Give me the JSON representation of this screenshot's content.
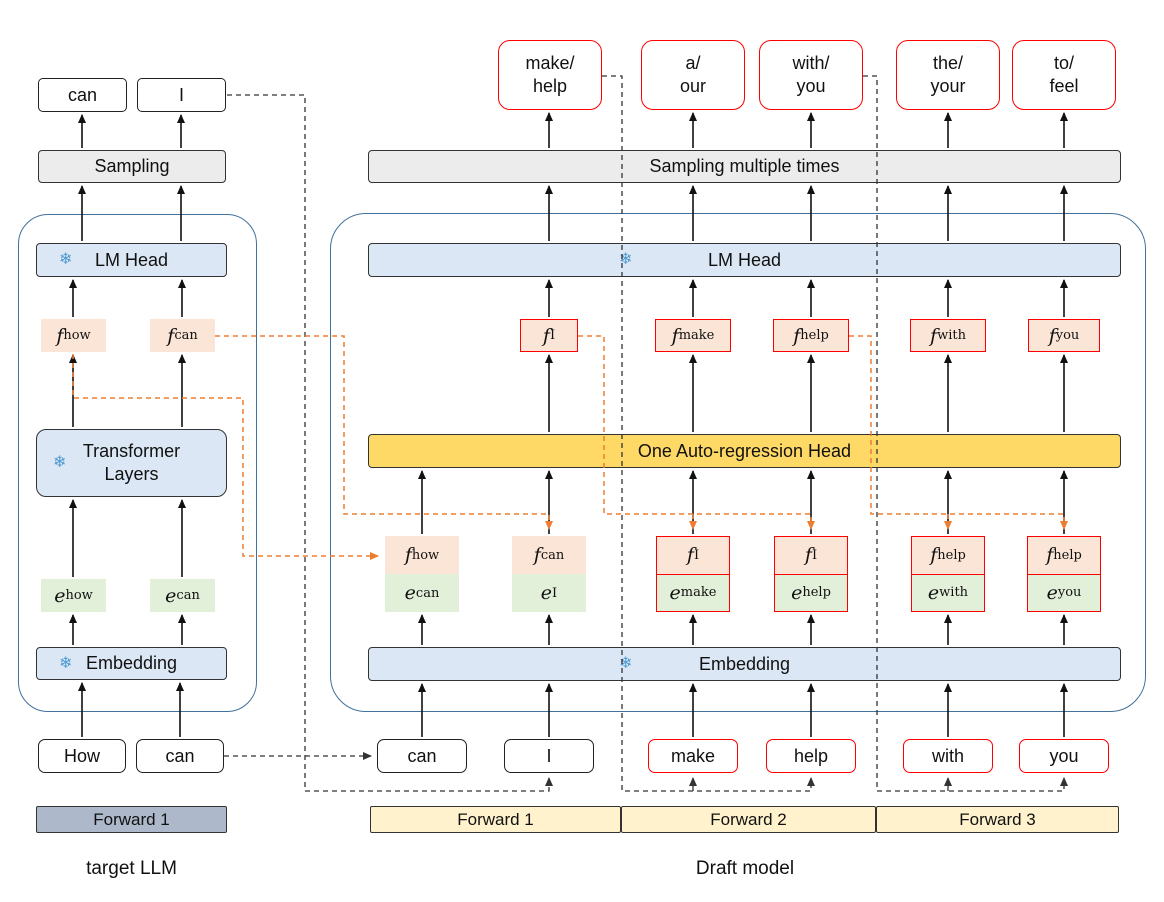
{
  "icons": {
    "frozen_snowflake": "❄"
  },
  "colors": {
    "red_accent": "#ff0000",
    "orange_dashed": "#ed7d31",
    "light_blue_fill": "#dbe7f4",
    "container_border": "#41719c",
    "salmon_fill": "#fbe5d6",
    "green_fill": "#e2efd9",
    "yellow_fill": "#ffd966",
    "cream_fill": "#fff2cc",
    "gray_fill": "#ececec",
    "slate_fill": "#adb9ca",
    "snowflake_blue": "#4f9ad2"
  },
  "left_panel": {
    "output_tokens": [
      "can",
      "I"
    ],
    "sampling_label": "Sampling",
    "lm_head_label": "LM Head",
    "features": [
      {
        "base": "f",
        "sub": "how"
      },
      {
        "base": "f",
        "sub": "can"
      }
    ],
    "transformer_label": "Transformer\nLayers",
    "embedding_tokens": [
      {
        "base": "e",
        "sub": "how"
      },
      {
        "base": "e",
        "sub": "can"
      }
    ],
    "embedding_label": "Embedding",
    "input_tokens": [
      "How",
      "can"
    ],
    "forward_label": "Forward 1",
    "caption": "target LLM"
  },
  "draft_panel": {
    "output_tokens": [
      "make/\nhelp",
      "a/\nour",
      "with/\nyou",
      "the/\nyour",
      "to/\nfeel"
    ],
    "sampling_label": "Sampling multiple times",
    "lm_head_label": "LM Head",
    "features": [
      {
        "base": "f",
        "sub": "I"
      },
      {
        "base": "f",
        "sub": "make"
      },
      {
        "base": "f",
        "sub": "help"
      },
      {
        "base": "f",
        "sub": "with"
      },
      {
        "base": "f",
        "sub": "you"
      }
    ],
    "ar_head_label": "One Auto-regression Head",
    "input_pairs": [
      {
        "top": {
          "base": "f",
          "sub": "how"
        },
        "bottom": {
          "base": "e",
          "sub": "can"
        }
      },
      {
        "top": {
          "base": "f",
          "sub": "can"
        },
        "bottom": {
          "base": "e",
          "sub": "I"
        }
      },
      {
        "top": {
          "base": "f",
          "sub": "I"
        },
        "bottom": {
          "base": "e",
          "sub": "make"
        }
      },
      {
        "top": {
          "base": "f",
          "sub": "I"
        },
        "bottom": {
          "base": "e",
          "sub": "help"
        }
      },
      {
        "top": {
          "base": "f",
          "sub": "help"
        },
        "bottom": {
          "base": "e",
          "sub": "with"
        }
      },
      {
        "top": {
          "base": "f",
          "sub": "help"
        },
        "bottom": {
          "base": "e",
          "sub": "you"
        }
      }
    ],
    "embedding_label": "Embedding",
    "input_tokens": [
      "can",
      "I",
      "make",
      "help",
      "with",
      "you"
    ],
    "forward_labels": [
      "Forward 1",
      "Forward 2",
      "Forward 3"
    ],
    "caption": "Draft model"
  }
}
